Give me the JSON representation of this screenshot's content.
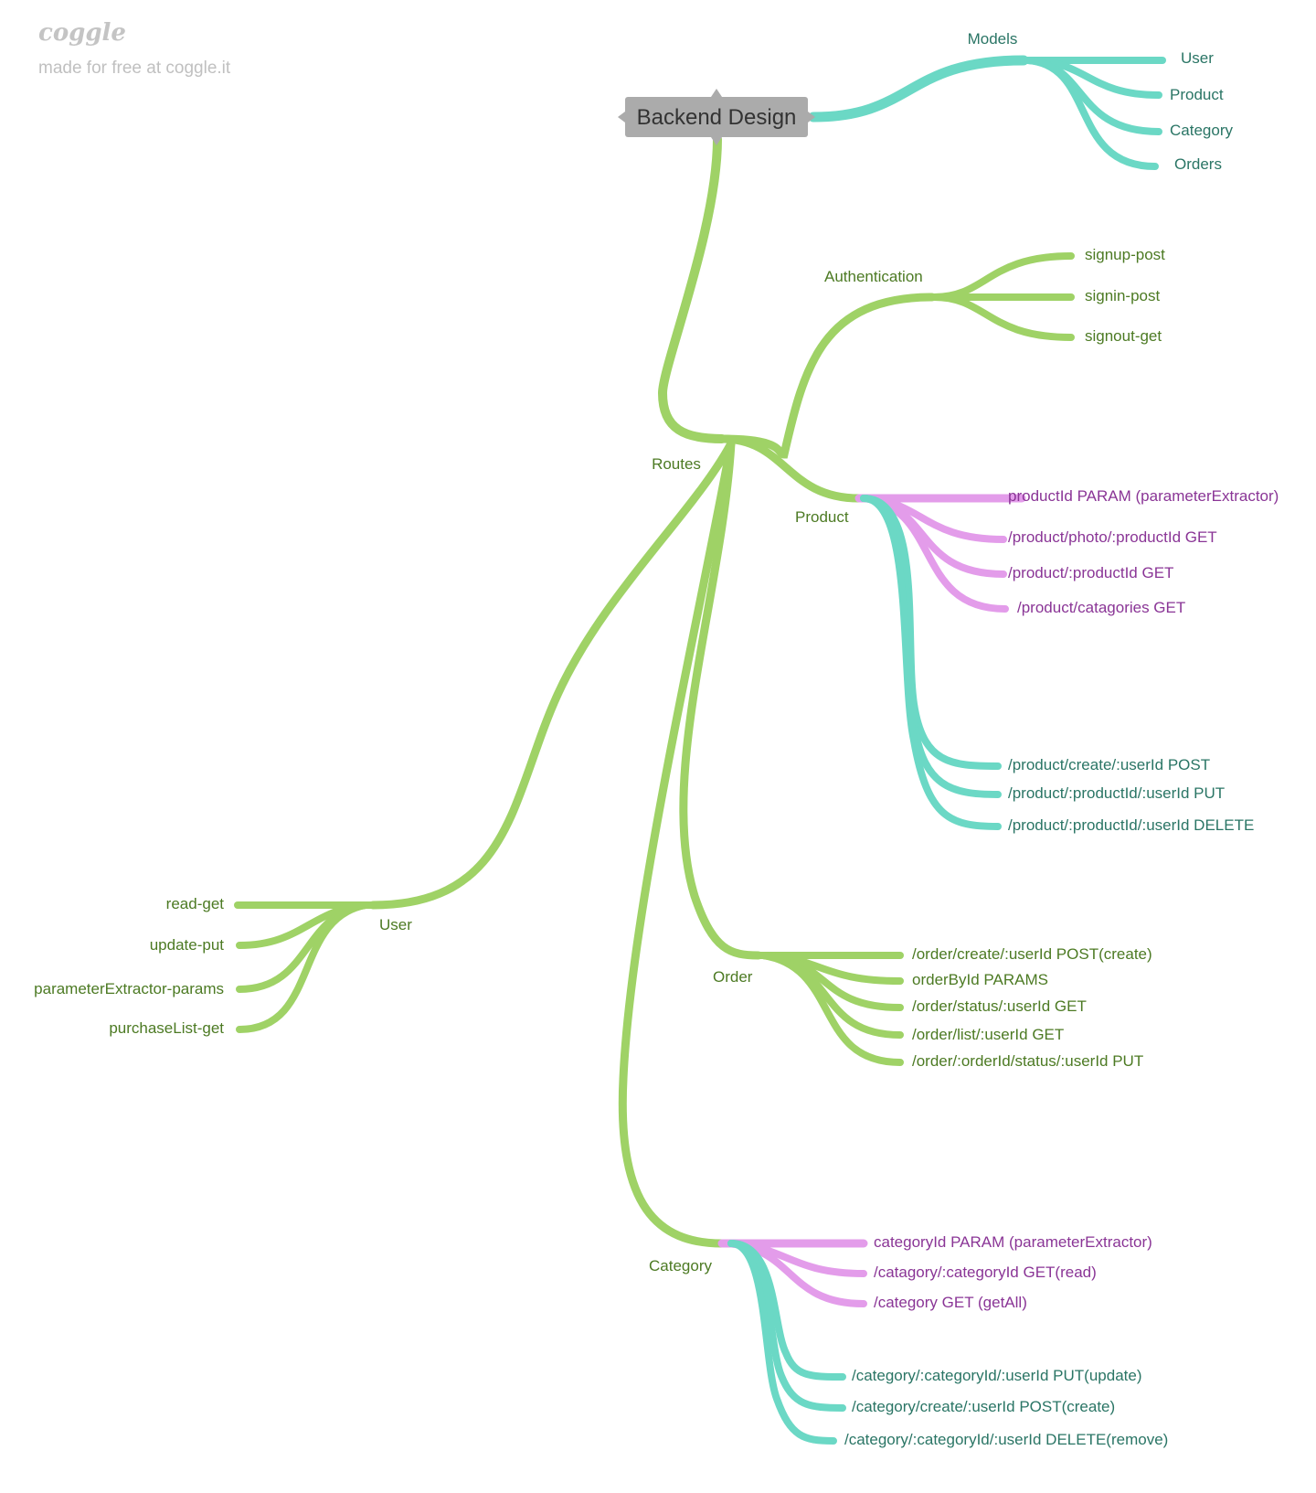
{
  "watermark": {
    "logo": "coggle",
    "text": "made for free at coggle.it"
  },
  "colors": {
    "green": "#9fd266",
    "teal": "#6bd8c5",
    "magenta": "#e39cea",
    "root_box": "#ababab",
    "label_green": "#4c7a23",
    "label_teal": "#2a7565",
    "label_magenta": "#8a3596"
  },
  "root": {
    "label": "Backend Design"
  },
  "models": {
    "label": "Models",
    "items": [
      "User",
      "Product",
      "Category",
      "Orders"
    ]
  },
  "routes": {
    "label": "Routes",
    "authentication": {
      "label": "Authentication",
      "items": [
        "signup-post",
        "signin-post",
        "signout-get"
      ]
    },
    "product": {
      "label": "Product",
      "magenta_items": [
        "productId PARAM (parameterExtractor)",
        "/product/photo/:productId GET",
        "/product/:productId GET",
        "/product/catagories GET"
      ],
      "teal_items": [
        "/product/create/:userId POST",
        "/product/:productId/:userId PUT",
        "/product/:productId/:userId DELETE"
      ]
    },
    "user": {
      "label": "User",
      "items": [
        "read-get",
        "update-put",
        "parameterExtractor-params",
        "purchaseList-get"
      ]
    },
    "order": {
      "label": "Order",
      "items": [
        "/order/create/:userId POST(create)",
        "orderById PARAMS",
        "/order/status/:userId GET",
        "/order/list/:userId GET",
        "/order/:orderId/status/:userId PUT"
      ]
    },
    "category": {
      "label": "Category",
      "magenta_items": [
        "categoryId PARAM (parameterExtractor)",
        "/catagory/:categoryId GET(read)",
        "/category GET (getAll)"
      ],
      "teal_items": [
        "/category/:categoryId/:userId PUT(update)",
        "/category/create/:userId POST(create)",
        "/category/:categoryId/:userId DELETE(remove)"
      ]
    }
  }
}
